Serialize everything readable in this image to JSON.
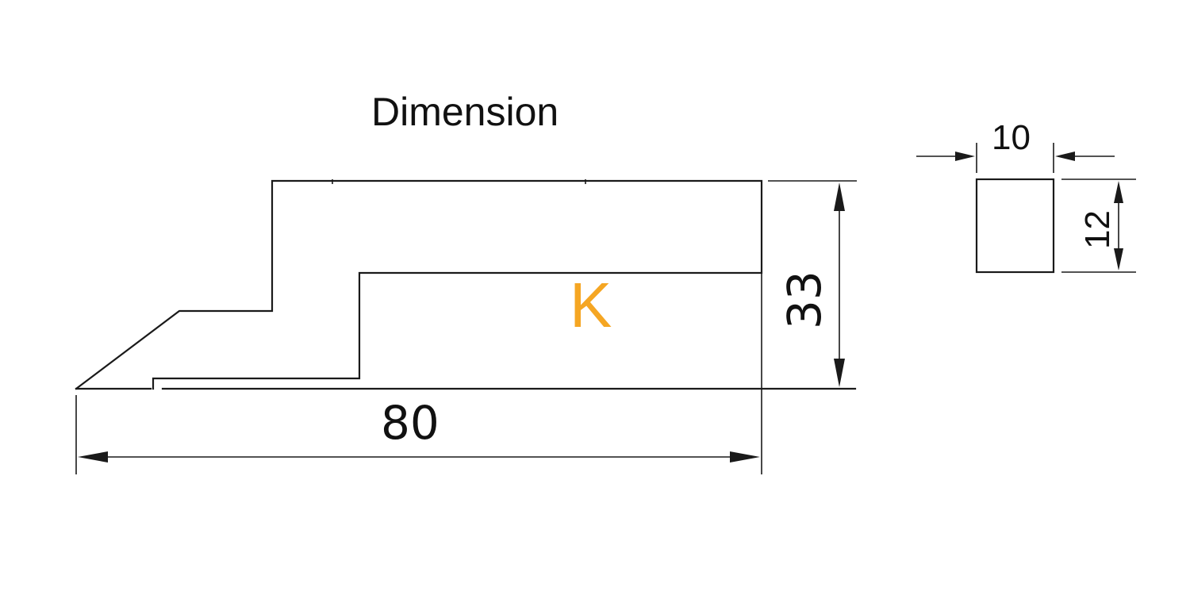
{
  "title": "Dimension",
  "marker_letter": "K",
  "accent_color": "#F5A623",
  "line_color": "#1a1a1a",
  "dimensions": {
    "length": "80",
    "height": "33",
    "section_width": "10",
    "section_height": "12"
  }
}
